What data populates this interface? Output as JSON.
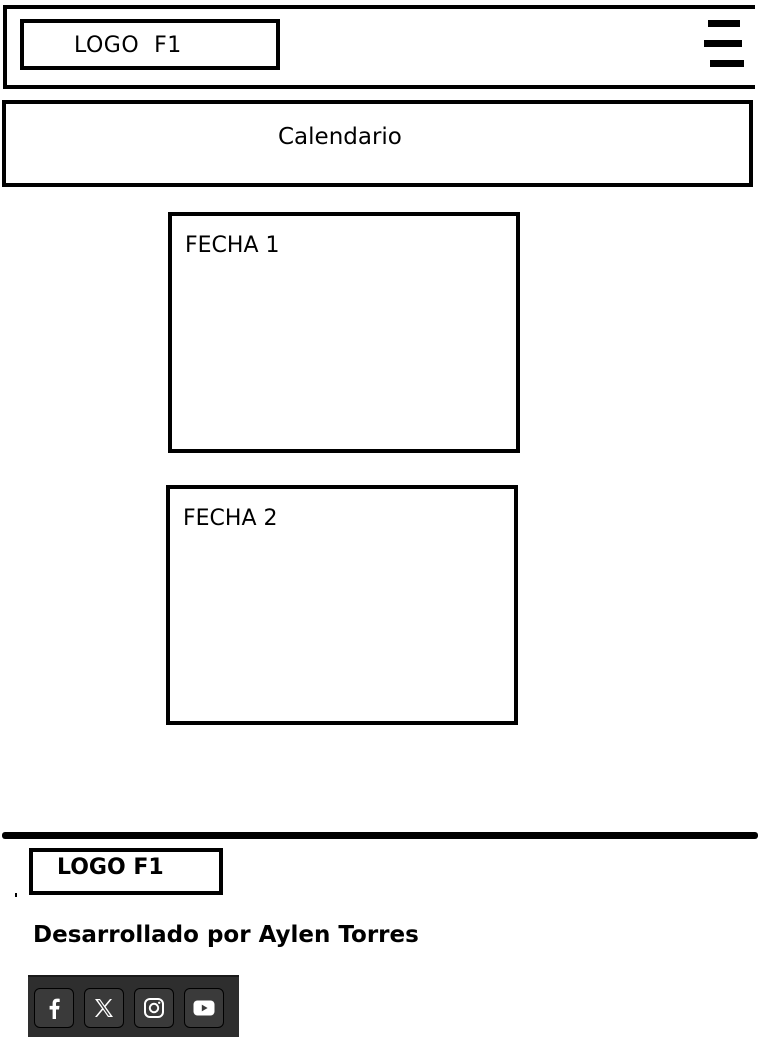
{
  "header": {
    "logo_text": "LOGO  F1",
    "menu_icon": "hamburger-menu-icon"
  },
  "calendar": {
    "title": "Calendario"
  },
  "dates": [
    {
      "label": "FECHA 1"
    },
    {
      "label": "FECHA 2"
    }
  ],
  "footer": {
    "logo_text": "LOGO F1",
    "credit": "Desarrollado por Aylen Torres",
    "social": [
      {
        "icon": "facebook-icon"
      },
      {
        "icon": "x-twitter-icon"
      },
      {
        "icon": "instagram-icon"
      },
      {
        "icon": "youtube-icon"
      }
    ]
  },
  "colors": {
    "social_bar_bg": "#2e2e2e",
    "social_button_bg": "#3a3a3a",
    "icon_color": "#ffffff"
  }
}
